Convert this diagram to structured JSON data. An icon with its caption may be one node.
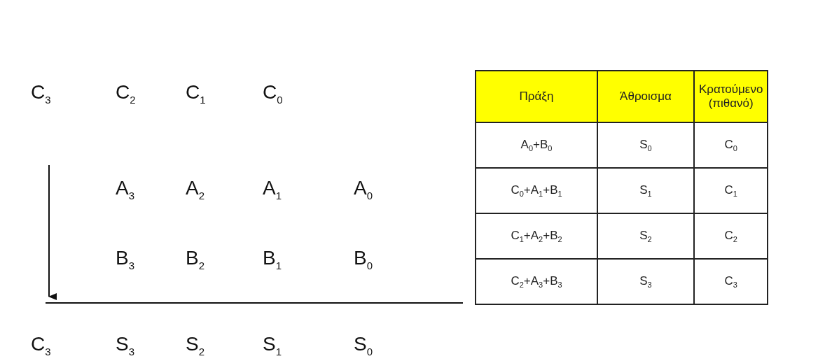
{
  "diagram": {
    "labels": [
      "C$_{3}$",
      "C$_{2}$",
      "C$_{1}$",
      "C$_{0}$",
      "A$_{3}$",
      "A$_{2}$",
      "A$_{1}$",
      "A$_{0}$",
      "B$_{3}$",
      "B$_{2}$",
      "B$_{1}$",
      "B$_{0}$",
      "C$_{3}$",
      "S$_{3}$",
      "S$_{2}$",
      "S$_{1}$",
      "S$_{0}$",
      "Πράξη",
      "Άθροισμα",
      "Κρατούμενο (πιθανό)",
      "A$_{0}$+B$_{0}$",
      "S$_{0}$",
      "C$_{0}$",
      "C$_{0}$+A$_{1}$+B$_{1}$",
      "S$_{1}$",
      "C$_{1}$",
      "C$_{1}$+A$_{2}$+B$_{2}$",
      "S$_{2}$",
      "C$_{2}$",
      "C$_{2}$+A$_{3}$+B$_{3}$",
      "S$_{3}$",
      "C$_{3}$"
    ]
  }
}
